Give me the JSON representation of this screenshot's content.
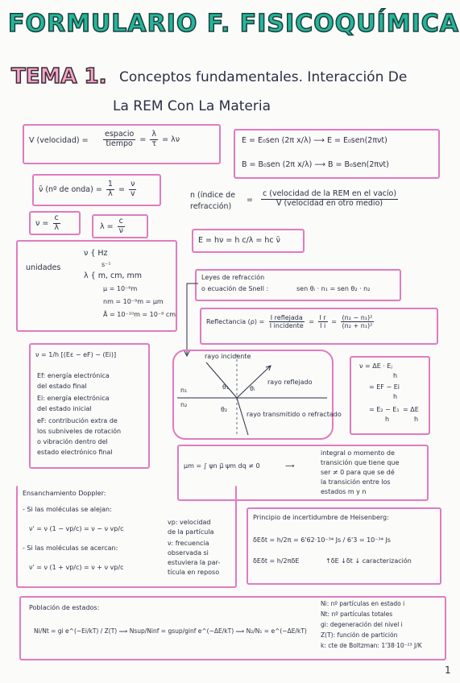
{
  "header": {
    "title": "FORMULARIO F. FISICOQUÍMICA",
    "tema": "TEMA 1.",
    "subtitle_line1": "Conceptos fundamentales. Interacción De",
    "subtitle_line2": "La REM Con La Materia"
  },
  "velocity": {
    "lhs": "V (velocidad) =",
    "num": "espacio",
    "den": "tiempo",
    "eq1": "=",
    "lam": "λ",
    "tau": "τ",
    "rhs": "= λν"
  },
  "waves": {
    "e_line": "E = E₀sen (2π x/λ) ⟶ E = E₀sen(2πνt)",
    "b_line": "B = B₀sen (2π x/λ) ⟶ B = B₀sen(2πνt)"
  },
  "wavenumber": {
    "lhs": "ν̄ (nº de onda) =",
    "f1n": "1",
    "f1d": "λ",
    "eq": "=",
    "f2n": "ν",
    "f2d": "v"
  },
  "nu_box": {
    "lhs": "ν =",
    "n": "c",
    "d": "λ"
  },
  "lambda_box": {
    "lhs": "λ =",
    "n": "c",
    "d": "ν"
  },
  "refraction_index": {
    "lhs1": "n (índice de",
    "lhs2": "refracción)",
    "eq": "=",
    "num": "c (velocidad de la REM en el vacío)",
    "den": "V (velocidad en otro medio)"
  },
  "energy": {
    "formula": "E = hν = h c/λ = hc ν̄"
  },
  "units": {
    "label": "unidades",
    "nu_line": "ν { Hz",
    "nu_line2": "s⁻¹",
    "lambda_line": "λ { m, cm, mm",
    "mu": "μ = 10⁻⁶m",
    "nm": "nm = 10⁻⁹m = μm",
    "angstrom": "Å = 10⁻¹⁰m = 10⁻⁸ cm"
  },
  "snell": {
    "line1": "Leyes de refracción",
    "line2": "o ecuación de Snell :",
    "formula": "sen θᵢ · n₁ = sen θ₂ · n₂"
  },
  "reflectance": {
    "lhs": "Reflectancia (ρ) =",
    "n1": "I reflejada",
    "d1": "I incidente",
    "eq": "=",
    "n2": "I r",
    "d2": "I i",
    "eq2": "=",
    "n3": "(n₂ − n₁)²",
    "d3": "(n₂ + n₁)²"
  },
  "electronic": {
    "formula": "ν = 1/h [(Eɛ − eF) − (Ei)]",
    "defs": [
      "Ef: energía electrónica",
      "del estado final",
      "Ei: energía electrónica",
      "del estado inicial",
      "eF: contribución extra de",
      "los subniveles de rotación",
      "o vibración dentro del",
      "estado electrónico final"
    ]
  },
  "diagram": {
    "ray_incident": "rayo incidente",
    "ray_reflected": "rayo reflejado",
    "ray_transmitted": "rayo transmitido o refractado",
    "n1": "n₁",
    "n2": "n₂",
    "theta1": "θ₁",
    "theta_i": "θᵢ",
    "theta2": "θ₂"
  },
  "transition_freq": {
    "l1": "ν = ΔE · Eⱼ",
    "l2": "h",
    "l3": "= EF − Ei",
    "l4": "h",
    "l5": "= E₂ − E₁",
    "l6": "h",
    "l7": "= ΔE",
    "l8": "h"
  },
  "transition_moment": {
    "formula": "μm = ∫ ψn μ⃗ ψm dq ≠ 0",
    "desc": [
      "integral o momento de",
      "transición que tiene que",
      "ser ≠ 0 para que se dé",
      "la transición entre los",
      "estados m y n"
    ]
  },
  "doppler": {
    "title": "Ensanchamiento Doppler:",
    "away_label": "- Si las moléculas se alejan:",
    "away_formula": "ν' = ν (1 − vp/c) = ν − ν vp/c",
    "approach_label": "- Si las moléculas se acercan:",
    "approach_formula": "ν' = ν (1 + vp/c) = ν + ν vp/c",
    "defs": [
      "vp: velocidad",
      "de la partícula",
      "ν: frecuencia",
      "observada si",
      "estuviera la par-",
      "tícula en reposo"
    ]
  },
  "heisenberg": {
    "title": "Principio de incertidumbre de Heisenberg:",
    "l1": "δEδt = h/2π = 6'62·10⁻³⁴ Js / 6'3 = 10⁻³⁴ Js",
    "l2": "δEδt = h/2πδE",
    "l3": "↑δE ↓δt ↓ caracterización"
  },
  "population": {
    "title": "Población de estados:",
    "formula": "Ni/Nt = gi e^(−Ei/kT) / Z(T)  ⟹  Nsup/Ninf = gsup/ginf e^(−ΔE/kT)  ⟹  N₂/N₁ = e^(−ΔE/kT)",
    "defs": [
      "Ni: nº partículas en estado i",
      "Nt: nº partículas totales",
      "gi: degeneración del nivel i",
      "Z(T): función de partición",
      "k: cte de Boltzman: 1'38·10⁻²³ J/K"
    ]
  },
  "page_number": "1"
}
